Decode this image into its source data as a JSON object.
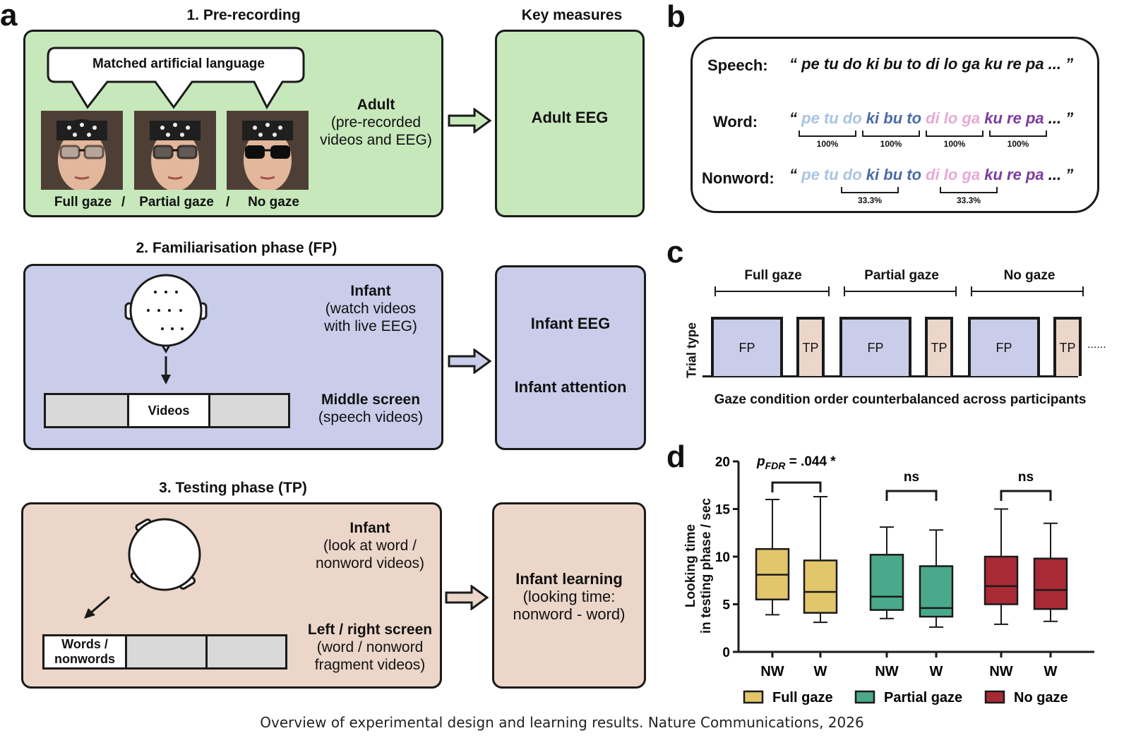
{
  "panel_a": {
    "letter": "a",
    "prerecording_title": "1. Pre-recording",
    "key_measures_title": "Key measures",
    "speech_bubble": "Matched artificial language",
    "adult_label": "Adult",
    "adult_sub1": "(pre-recorded",
    "adult_sub2": "videos and EEG)",
    "gaze_full": "Full gaze",
    "gaze_sep": "/",
    "gaze_partial": "Partial gaze",
    "gaze_none": "No gaze",
    "adult_measure": "Adult EEG",
    "familiarisation_title": "2. Familiarisation phase (FP)",
    "fp_infant": "Infant",
    "fp_infant_sub1": "(watch videos",
    "fp_infant_sub2": "with live EEG)",
    "fp_screen_label": "Middle screen",
    "fp_screen_sub": "(speech videos)",
    "fp_videos": "Videos",
    "fp_measure_1": "Infant EEG",
    "fp_measure_2": "Infant attention",
    "testing_title": "3. Testing phase (TP)",
    "tp_infant": "Infant",
    "tp_infant_sub1": "(look at word /",
    "tp_infant_sub2": "nonword videos)",
    "tp_screen_label": "Left / right screen",
    "tp_screen_sub1": "(word / nonword",
    "tp_screen_sub2": "fragment videos)",
    "tp_words_1": "Words /",
    "tp_words_2": "nonwords",
    "tp_measure_1": "Infant learning",
    "tp_measure_2": "(looking time:",
    "tp_measure_3": "nonword - word)"
  },
  "panel_b": {
    "letter": "b",
    "speech_label": "Speech:",
    "word_label": "Word:",
    "nonword_label": "Nonword:",
    "speech_text": "“ pe tu do ki bu to di lo ga ku re pa ... ”",
    "open_quote": "“",
    "close_quote": "... ”",
    "words": [
      {
        "text": "pe tu do",
        "color": "#a9c3e3"
      },
      {
        "text": "ki bu to",
        "color": "#4a6aa8"
      },
      {
        "text": "di lo ga",
        "color": "#e7a9d6"
      },
      {
        "text": "ku re pa",
        "color": "#7b3b9e"
      }
    ],
    "word_pcts": [
      "100%",
      "100%",
      "100%",
      "100%"
    ],
    "nonword_pcts": [
      "33.3%",
      "33.3%"
    ]
  },
  "panel_c": {
    "letter": "c",
    "groups": [
      "Full gaze",
      "Partial gaze",
      "No gaze"
    ],
    "fp": "FP",
    "tp": "TP",
    "ylabel": "Trial type",
    "ellipsis": "......",
    "caption": "Gaze condition order counterbalanced across participants"
  },
  "chart_data": {
    "type": "box",
    "letter": "d",
    "ylabel_line1": "Looking time",
    "ylabel_line2": "in testing phase / sec",
    "ylim": [
      0,
      20
    ],
    "yticks": [
      "0",
      "5",
      "10",
      "15",
      "20"
    ],
    "categories": [
      "NW",
      "W",
      "NW",
      "W",
      "NW",
      "W"
    ],
    "series": [
      {
        "name": "Full gaze",
        "color": "#e2c66b",
        "boxes": [
          {
            "min": 3.9,
            "q1": 5.5,
            "median": 8.1,
            "q3": 10.8,
            "max": 16.0
          },
          {
            "min": 3.1,
            "q1": 4.1,
            "median": 6.3,
            "q3": 9.6,
            "max": 16.3
          }
        ]
      },
      {
        "name": "Partial gaze",
        "color": "#4aa98b",
        "boxes": [
          {
            "min": 3.5,
            "q1": 4.4,
            "median": 5.8,
            "q3": 10.2,
            "max": 13.1
          },
          {
            "min": 2.6,
            "q1": 3.7,
            "median": 4.6,
            "q3": 9.0,
            "max": 12.8
          }
        ]
      },
      {
        "name": "No gaze",
        "color": "#a82a35",
        "boxes": [
          {
            "min": 2.9,
            "q1": 5.0,
            "median": 6.9,
            "q3": 10.0,
            "max": 15.0
          },
          {
            "min": 3.2,
            "q1": 4.5,
            "median": 6.5,
            "q3": 9.8,
            "max": 13.5
          }
        ]
      }
    ],
    "annotations": [
      {
        "group": "Full gaze",
        "p_main": "p",
        "p_sub": "FDR",
        "p_rest": " = .044 *"
      },
      {
        "group": "Partial gaze",
        "text": "ns"
      },
      {
        "group": "No gaze",
        "text": "ns"
      }
    ],
    "legend": [
      "Full gaze",
      "Partial gaze",
      "No gaze"
    ],
    "legend_position": "bottom"
  },
  "caption": "Overview of experimental design and learning results. Nature Communications, 2026"
}
